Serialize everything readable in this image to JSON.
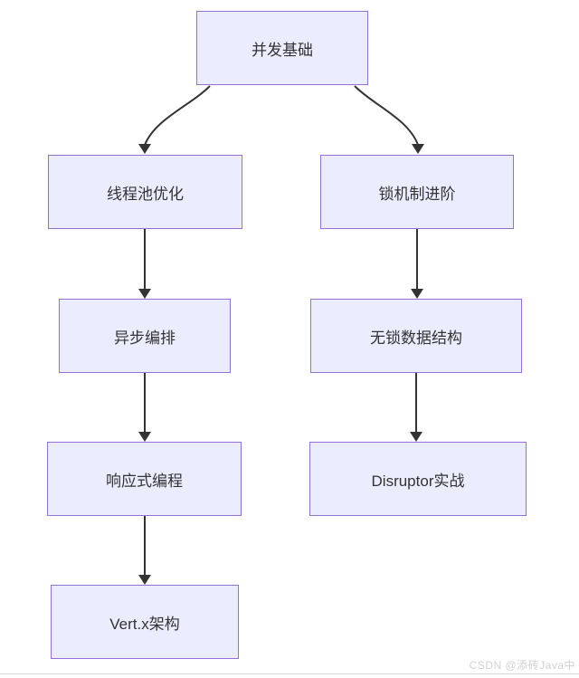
{
  "page": {
    "watermark": "CSDN @添砖Java中",
    "background": "#ffffff"
  },
  "diagram": {
    "type": "flowchart",
    "direction": "top-down",
    "colors": {
      "node_fill": "#ECECFF",
      "node_border": "#9370DB",
      "text_color": "#333333",
      "arrow_color": "#333333"
    },
    "nodes": [
      {
        "id": "concurrency-basics",
        "label": "并发基础"
      },
      {
        "id": "thread-pool-optimization",
        "label": "线程池优化"
      },
      {
        "id": "lock-mechanism-advanced",
        "label": "锁机制进阶"
      },
      {
        "id": "async-orchestration",
        "label": "异步编排"
      },
      {
        "id": "lock-free-data-structures",
        "label": "无锁数据结构"
      },
      {
        "id": "reactive-programming",
        "label": "响应式编程"
      },
      {
        "id": "disruptor-practice",
        "label": "Disruptor实战"
      },
      {
        "id": "vertx-architecture",
        "label": "Vert.x架构"
      }
    ],
    "edges": [
      {
        "from": "并发基础",
        "to": "线程池优化"
      },
      {
        "from": "并发基础",
        "to": "锁机制进阶"
      },
      {
        "from": "线程池优化",
        "to": "异步编排"
      },
      {
        "from": "锁机制进阶",
        "to": "无锁数据结构"
      },
      {
        "from": "异步编排",
        "to": "响应式编程"
      },
      {
        "from": "无锁数据结构",
        "to": "Disruptor实战"
      },
      {
        "from": "响应式编程",
        "to": "Vert.x架构"
      }
    ]
  }
}
